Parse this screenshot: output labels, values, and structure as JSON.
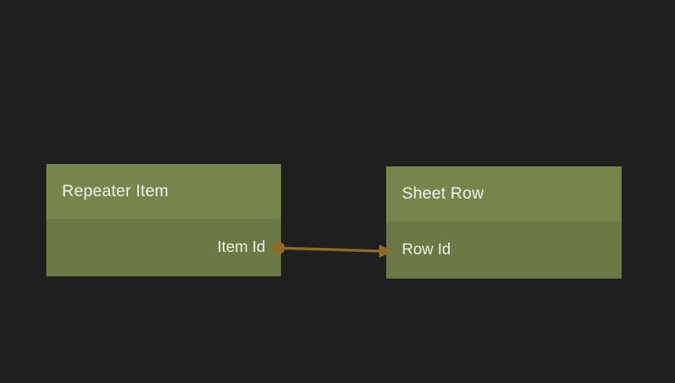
{
  "canvas": {
    "background_color": "#1f1f1f"
  },
  "colors": {
    "node_header": "#75854c",
    "node_body": "#6b7945",
    "text": "#f2f1ea"
  },
  "nodes": [
    {
      "title": "Repeater Item",
      "fields": [
        {
          "label": "Item Id",
          "align": "right",
          "port": "output"
        }
      ]
    },
    {
      "title": "Sheet Row",
      "fields": [
        {
          "label": "Row Id",
          "align": "left",
          "port": "input"
        }
      ]
    }
  ],
  "connection": {
    "from_node": "Repeater Item",
    "from_field": "Item Id",
    "to_node": "Sheet Row",
    "to_field": "Row Id",
    "color": "#8d6a25"
  }
}
